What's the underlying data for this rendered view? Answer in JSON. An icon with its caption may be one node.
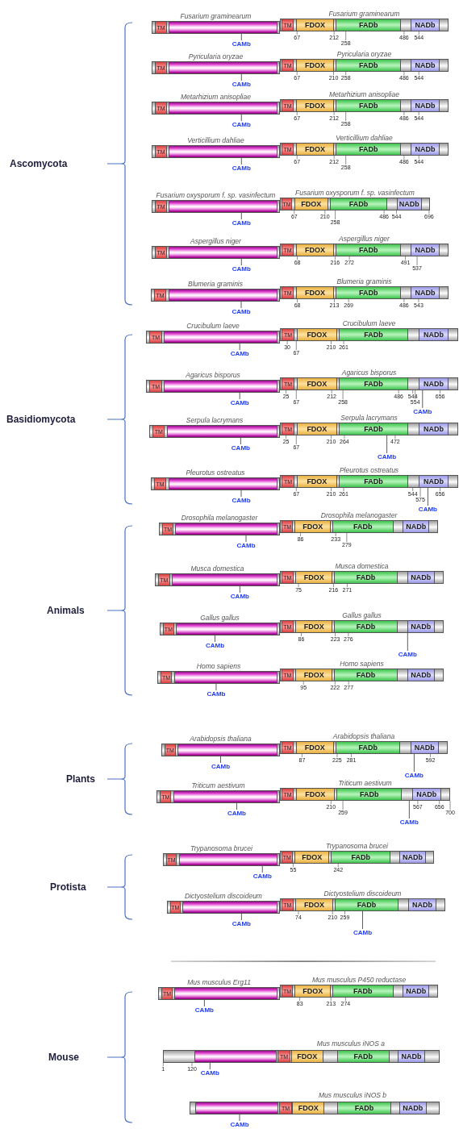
{
  "diagram": {
    "nodes": [
      {
        "text": [
          "Fusarium graminearum"
        ]
      },
      {
        "text": [
          "TM"
        ],
        "in": 0
      },
      {
        "text": [
          "CAMb"
        ]
      },
      {
        "text": [
          "Fusarium graminearum"
        ],
        "beside": [
          "67",
          "212",
          "258",
          "486",
          "544"
        ]
      },
      {
        "text": [
          "TM"
        ],
        "in": 3
      },
      {
        "text": [
          "FDOX"
        ],
        "in": 3
      },
      {
        "text": [
          "FADb"
        ],
        "in": 3
      },
      {
        "text": [
          "NADb"
        ],
        "in": 3
      },
      {
        "text": [
          "Pyricularia oryzae"
        ]
      },
      {
        "text": [
          "TM"
        ],
        "in": 8
      },
      {
        "text": [
          "CAMb"
        ]
      },
      {
        "text": [
          "Pyricularia oryzae"
        ],
        "beside": [
          "67",
          "210",
          "258",
          "486",
          "544"
        ]
      },
      {
        "text": [
          "TM"
        ],
        "in": 11
      },
      {
        "text": [
          "FDOX"
        ],
        "in": 11
      },
      {
        "text": [
          "FADb"
        ],
        "in": 11
      },
      {
        "text": [
          "NADb"
        ],
        "in": 11
      },
      {
        "text": [
          "Metarhizium anisopliae"
        ]
      },
      {
        "text": [
          "TM"
        ],
        "in": 16
      },
      {
        "text": [
          "CAMb"
        ]
      },
      {
        "text": [
          "Metarhizium anisopliae"
        ],
        "beside": [
          "67",
          "212",
          "258",
          "486",
          "544"
        ]
      },
      {
        "text": [
          "TM"
        ],
        "in": 19
      },
      {
        "text": [
          "FDOX"
        ],
        "in": 19
      },
      {
        "text": [
          "FADb"
        ],
        "in": 19
      },
      {
        "text": [
          "NADb"
        ],
        "in": 19
      },
      {
        "text": [
          "Verticillium dahliae"
        ]
      },
      {
        "text": [
          "TM"
        ],
        "in": 24
      },
      {
        "text": [
          "CAMb"
        ]
      },
      {
        "text": [
          "Verticillium dahliae"
        ],
        "beside": [
          "67",
          "212",
          "258",
          "486",
          "544"
        ]
      },
      {
        "text": [
          "TM"
        ],
        "in": 27
      },
      {
        "text": [
          "FDOX"
        ],
        "in": 27
      },
      {
        "text": [
          "FADb"
        ],
        "in": 27
      },
      {
        "text": [
          "NADb"
        ],
        "in": 27
      },
      {
        "text": [
          "Fusarium oxysporum f. sp. vasinfectum"
        ]
      },
      {
        "text": [
          "TM"
        ],
        "in": 32
      },
      {
        "text": [
          "CAMb"
        ]
      },
      {
        "text": [
          "Fusarium oxysporum f. sp. vasinfectum"
        ],
        "beside": [
          "67",
          "210",
          "258",
          "486",
          "544",
          "696"
        ]
      },
      {
        "text": [
          "TM"
        ],
        "in": 35
      },
      {
        "text": [
          "FDOX"
        ],
        "in": 35
      },
      {
        "text": [
          "FADb"
        ],
        "in": 35
      },
      {
        "text": [
          "NADb"
        ],
        "in": 35
      },
      {
        "text": [
          "Aspergillus niger"
        ]
      },
      {
        "text": [
          "TM"
        ],
        "in": 40
      },
      {
        "text": [
          "CAMb"
        ]
      },
      {
        "text": [
          "Aspergillus niger"
        ],
        "beside": [
          "68",
          "216",
          "272",
          "491",
          "537"
        ]
      },
      {
        "text": [
          "TM"
        ],
        "in": 43
      },
      {
        "text": [
          "FDOX"
        ],
        "in": 43
      },
      {
        "text": [
          "FADb"
        ],
        "in": 43
      },
      {
        "text": [
          "NADb"
        ],
        "in": 43
      },
      {
        "text": [
          "Blumeria graminis"
        ]
      },
      {
        "text": [
          "TM"
        ],
        "in": 48
      },
      {
        "text": [
          "CAMb"
        ]
      },
      {
        "text": [
          "Blumeria graminis"
        ],
        "beside": [
          "68",
          "213",
          "269",
          "486",
          "543"
        ]
      },
      {
        "text": [
          "TM"
        ],
        "in": 51
      },
      {
        "text": [
          "FDOX"
        ],
        "in": 51
      },
      {
        "text": [
          "FADb"
        ],
        "in": 51
      },
      {
        "text": [
          "NADb"
        ],
        "in": 51
      },
      {
        "text": [
          "Crucibulum laeve"
        ]
      },
      {
        "text": [
          "TM"
        ],
        "in": 56
      },
      {
        "text": [
          "CAMb"
        ]
      },
      {
        "text": [
          "Crucibulum laeve"
        ],
        "beside": [
          "30",
          "67",
          "210",
          "261"
        ]
      },
      {
        "text": [
          "TM"
        ],
        "in": 59
      },
      {
        "text": [
          "FDOX"
        ],
        "in": 59
      },
      {
        "text": [
          "FADb"
        ],
        "in": 59
      },
      {
        "text": [
          "NADb"
        ],
        "in": 59
      },
      {
        "text": [
          "Agaricus bisporus"
        ]
      },
      {
        "text": [
          "TM"
        ],
        "in": 64
      },
      {
        "text": [
          "CAMb"
        ]
      },
      {
        "text": [
          "Agaricus bisporus"
        ],
        "beside": [
          "25",
          "67",
          "212",
          "258",
          "486",
          "544",
          "554",
          "656"
        ]
      },
      {
        "text": [
          "TM"
        ],
        "in": 67
      },
      {
        "text": [
          "FDOX"
        ],
        "in": 67
      },
      {
        "text": [
          "FADb"
        ],
        "in": 67
      },
      {
        "text": [
          "NADb"
        ],
        "in": 67
      },
      {
        "text": [
          "CAMb"
        ]
      },
      {
        "text": [
          "Serpula lacrymans"
        ]
      },
      {
        "text": [
          "TM"
        ],
        "in": 73
      },
      {
        "text": [
          "CAMb"
        ]
      },
      {
        "text": [
          "Serpula lacrymans"
        ],
        "beside": [
          "25",
          "67",
          "210",
          "264",
          "472"
        ]
      },
      {
        "text": [
          "TM"
        ],
        "in": 76
      },
      {
        "text": [
          "FDOX"
        ],
        "in": 76
      },
      {
        "text": [
          "FADb"
        ],
        "in": 76
      },
      {
        "text": [
          "NADb"
        ],
        "in": 76
      },
      {
        "text": [
          "CAMb"
        ]
      },
      {
        "text": [
          "Pleurotus ostreatus"
        ]
      },
      {
        "text": [
          "TM"
        ],
        "in": 82
      },
      {
        "text": [
          "CAMb"
        ]
      },
      {
        "text": [
          "Pleurotus ostreatus"
        ],
        "beside": [
          "67",
          "210",
          "261",
          "544",
          "575",
          "656"
        ]
      },
      {
        "text": [
          "TM"
        ],
        "in": 85
      },
      {
        "text": [
          "FDOX"
        ],
        "in": 85
      },
      {
        "text": [
          "FADb"
        ],
        "in": 85
      },
      {
        "text": [
          "NADb"
        ],
        "in": 85
      },
      {
        "text": [
          "CAMb"
        ]
      },
      {
        "text": [
          "Drosophila melanogaster"
        ]
      },
      {
        "text": [
          "TM"
        ],
        "in": 91
      },
      {
        "text": [
          "CAMb"
        ]
      },
      {
        "text": [
          "Drosophila melanogaster"
        ],
        "beside": [
          "86",
          "233",
          "279"
        ]
      },
      {
        "text": [
          "TM"
        ],
        "in": 94
      },
      {
        "text": [
          "FDOX"
        ],
        "in": 94
      },
      {
        "text": [
          "FADb"
        ],
        "in": 94
      },
      {
        "text": [
          "NADb"
        ],
        "in": 94
      },
      {
        "text": [
          "Musca domestica"
        ]
      },
      {
        "text": [
          "TM"
        ],
        "in": 99
      },
      {
        "text": [
          "CAMb"
        ]
      },
      {
        "text": [
          "Musca domestica"
        ],
        "beside": [
          "75",
          "216",
          "271"
        ]
      },
      {
        "text": [
          "TM"
        ],
        "in": 102
      },
      {
        "text": [
          "FDOX"
        ],
        "in": 102
      },
      {
        "text": [
          "FADb"
        ],
        "in": 102
      },
      {
        "text": [
          "NADb"
        ],
        "in": 102
      },
      {
        "text": [
          "Gallus gallus"
        ]
      },
      {
        "text": [
          "TM"
        ],
        "in": 107
      },
      {
        "text": [
          "CAMb"
        ]
      },
      {
        "text": [
          "Gallus gallus"
        ],
        "beside": [
          "86",
          "223",
          "276"
        ]
      },
      {
        "text": [
          "TM"
        ],
        "in": 110
      },
      {
        "text": [
          "FDOX"
        ],
        "in": 110
      },
      {
        "text": [
          "FADb"
        ],
        "in": 110
      },
      {
        "text": [
          "NADb"
        ],
        "in": 110
      },
      {
        "text": [
          "CAMb"
        ]
      },
      {
        "text": [
          "Homo sapiens"
        ]
      },
      {
        "text": [
          "TM"
        ],
        "in": 116
      },
      {
        "text": [
          "CAMb"
        ]
      },
      {
        "text": [
          "Homo sapiens"
        ],
        "beside": [
          "95",
          "222",
          "277"
        ]
      },
      {
        "text": [
          "TM"
        ],
        "in": 119
      },
      {
        "text": [
          "FDOX"
        ],
        "in": 119
      },
      {
        "text": [
          "FADb"
        ],
        "in": 119
      },
      {
        "text": [
          "NADb"
        ],
        "in": 119
      },
      {
        "text": [
          "Arabidopsis thaliana"
        ]
      },
      {
        "text": [
          "TM"
        ],
        "in": 124
      },
      {
        "text": [
          "CAMb"
        ]
      },
      {
        "text": [
          "Arabidopsis thaliana"
        ],
        "beside": [
          "87",
          "225",
          "281",
          "592"
        ]
      },
      {
        "text": [
          "TM"
        ],
        "in": 127
      },
      {
        "text": [
          "FDOX"
        ],
        "in": 127
      },
      {
        "text": [
          "FADb"
        ],
        "in": 127
      },
      {
        "text": [
          "NADb"
        ],
        "in": 127
      },
      {
        "text": [
          "CAMb"
        ]
      },
      {
        "text": [
          "Triticum aestivum"
        ]
      },
      {
        "text": [
          "TM"
        ],
        "in": 133
      },
      {
        "text": [
          "CAMb"
        ]
      },
      {
        "text": [
          "Triticum aestivum"
        ],
        "beside": [
          "210",
          "259",
          "567",
          "656",
          "700"
        ]
      },
      {
        "text": [
          "TM"
        ],
        "in": 136
      },
      {
        "text": [
          "FDOX"
        ],
        "in": 136
      },
      {
        "text": [
          "FADb"
        ],
        "in": 136
      },
      {
        "text": [
          "NADb"
        ],
        "in": 136
      },
      {
        "text": [
          "CAMb"
        ]
      },
      {
        "text": [
          "Trypanosoma brucei"
        ]
      },
      {
        "text": [
          "TM"
        ],
        "in": 142
      },
      {
        "text": [
          "CAMb"
        ]
      },
      {
        "text": [
          "Trypanosoma brucei"
        ],
        "beside": [
          "55",
          "242"
        ]
      },
      {
        "text": [
          "TM"
        ],
        "in": 145
      },
      {
        "text": [
          "FDOX"
        ],
        "in": 145
      },
      {
        "text": [
          "FADb"
        ],
        "in": 145
      },
      {
        "text": [
          "NADb"
        ],
        "in": 145
      },
      {
        "text": [
          "Dictyostelium discoideum"
        ]
      },
      {
        "text": [
          "TM"
        ],
        "in": 150
      },
      {
        "text": [
          "CAMb"
        ]
      },
      {
        "text": [
          "Dictyostelium discoideum"
        ],
        "beside": [
          "74",
          "210",
          "259"
        ]
      },
      {
        "text": [
          "TM"
        ],
        "in": 153
      },
      {
        "text": [
          "FDOX"
        ],
        "in": 153
      },
      {
        "text": [
          "FADb"
        ],
        "in": 153
      },
      {
        "text": [
          "NADb"
        ],
        "in": 153
      },
      {
        "text": [
          "CAMb"
        ]
      },
      {
        "text": [
          "Mus musculus Erg11"
        ]
      },
      {
        "text": [
          "TM"
        ],
        "in": 159
      },
      {
        "text": [
          "CAMb"
        ]
      },
      {
        "text": [
          "Mus musculus P450 reductase"
        ],
        "beside": [
          "83",
          "213",
          "274"
        ]
      },
      {
        "text": [
          "TM"
        ],
        "in": 162
      },
      {
        "text": [
          "FDOX"
        ],
        "in": 162
      },
      {
        "text": [
          "FADb"
        ],
        "in": 162
      },
      {
        "text": [
          "NADb"
        ],
        "in": 162
      },
      {
        "text": [
          "Mus musculus iNOS a"
        ],
        "beside": [
          "1",
          "120"
        ]
      },
      {
        "text": [
          "TM"
        ],
        "in": 167
      },
      {
        "text": [
          "FDOX"
        ],
        "in": 167
      },
      {
        "text": [
          "FADb"
        ],
        "in": 167
      },
      {
        "text": [
          "NADb"
        ],
        "in": 167
      },
      {
        "text": [
          "CAMb"
        ]
      },
      {
        "text": [
          "Mus musculus iNOS b"
        ]
      },
      {
        "text": [
          "TM"
        ],
        "in": 173
      },
      {
        "text": [
          "FDOX"
        ],
        "in": 173
      },
      {
        "text": [
          "FADb"
        ],
        "in": 173
      },
      {
        "text": [
          "NADb"
        ],
        "in": 173
      },
      {
        "text": [
          "CAMb"
        ]
      }
    ],
    "edges": [
      {
        "from": 2,
        "to": 0,
        "arrow": "none"
      },
      {
        "from": 10,
        "to": 8,
        "arrow": "none"
      },
      {
        "from": 18,
        "to": 16,
        "arrow": "none"
      },
      {
        "from": 26,
        "to": 24,
        "arrow": "none"
      },
      {
        "from": 34,
        "to": 32,
        "arrow": "none"
      },
      {
        "from": 42,
        "to": 40,
        "arrow": "none"
      },
      {
        "from": 50,
        "to": 48,
        "arrow": "none"
      },
      {
        "from": 58,
        "to": 56,
        "arrow": "none"
      },
      {
        "from": 66,
        "to": 64,
        "arrow": "none"
      },
      {
        "from": 72,
        "to": 67,
        "arrow": "none"
      },
      {
        "from": 75,
        "to": 73,
        "arrow": "none"
      },
      {
        "from": 81,
        "to": 76,
        "arrow": "none"
      },
      {
        "from": 84,
        "to": 82,
        "arrow": "none"
      },
      {
        "from": 90,
        "to": 85,
        "arrow": "none"
      },
      {
        "from": 93,
        "to": 91,
        "arrow": "none"
      },
      {
        "from": 101,
        "to": 99,
        "arrow": "none"
      },
      {
        "from": 109,
        "to": 107,
        "arrow": "none"
      },
      {
        "from": 115,
        "to": 110,
        "arrow": "none"
      },
      {
        "from": 118,
        "to": 116,
        "arrow": "none"
      },
      {
        "from": 126,
        "to": 124,
        "arrow": "none"
      },
      {
        "from": 132,
        "to": 127,
        "arrow": "none"
      },
      {
        "from": 135,
        "to": 133,
        "arrow": "none"
      },
      {
        "from": 141,
        "to": 136,
        "arrow": "none"
      },
      {
        "from": 144,
        "to": 142,
        "arrow": "none"
      },
      {
        "from": 152,
        "to": 150,
        "arrow": "none"
      },
      {
        "from": 158,
        "to": 153,
        "arrow": "none"
      },
      {
        "from": 161,
        "to": 159,
        "arrow": "none"
      },
      {
        "from": 172,
        "to": 167,
        "arrow": "none"
      },
      {
        "from": 178,
        "to": 173,
        "arrow": "none"
      }
    ],
    "labels": [
      "Ascomycota",
      "Basidiomycota",
      "Animals",
      "Plants",
      "Protista",
      "Mouse"
    ]
  }
}
